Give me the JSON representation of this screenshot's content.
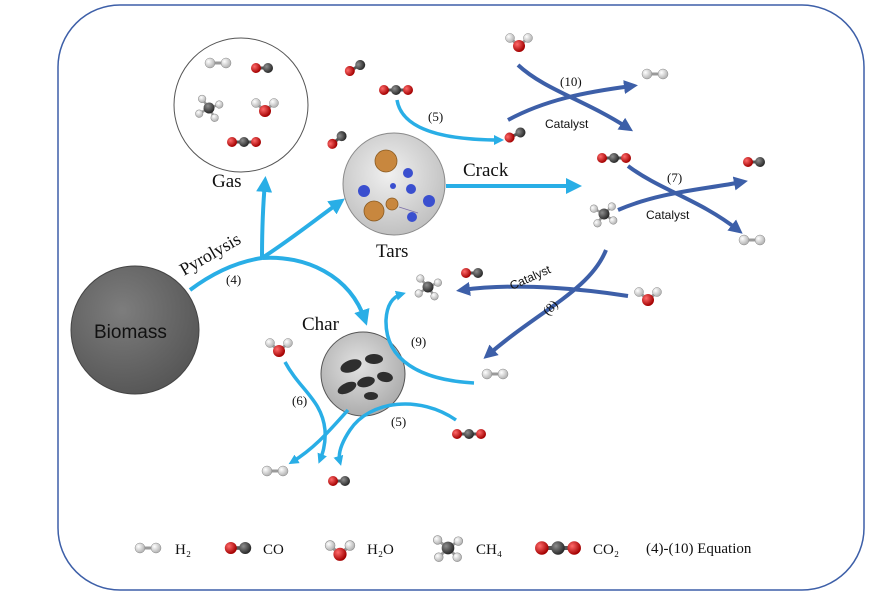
{
  "nodes": {
    "biomass": "Biomass",
    "gas": "Gas",
    "tars": "Tars",
    "char": "Char"
  },
  "processes": {
    "pyrolysis": "Pyrolysis",
    "crack": "Crack"
  },
  "equations": {
    "eq4": "(4)",
    "eq5_top": "(5)",
    "eq5_bottom": "(5)",
    "eq6": "(6)",
    "eq7": "(7)",
    "eq8": "(8)",
    "eq9": "(9)",
    "eq10": "(10)"
  },
  "catalyst": {
    "c10": "Catalyst",
    "c7": "Catalyst",
    "c8": "Catalyst"
  },
  "legend": {
    "h2": "H₂",
    "co": "CO",
    "h2o": "H₂O",
    "ch4": "CH₄",
    "co2": "CO₂",
    "equation": "(4)-(10) Equation"
  },
  "colors": {
    "flow_arrow": "#29aee6",
    "catalyst_arrow": "#3d5fa8",
    "oxygen": "#d11a1a",
    "carbon": "#4a4a4a",
    "hydrogen": "#e4e4e4",
    "biomass": "#6b6b6b",
    "tar_orange": "#c8873e",
    "tar_blue": "#3a4fcf"
  }
}
